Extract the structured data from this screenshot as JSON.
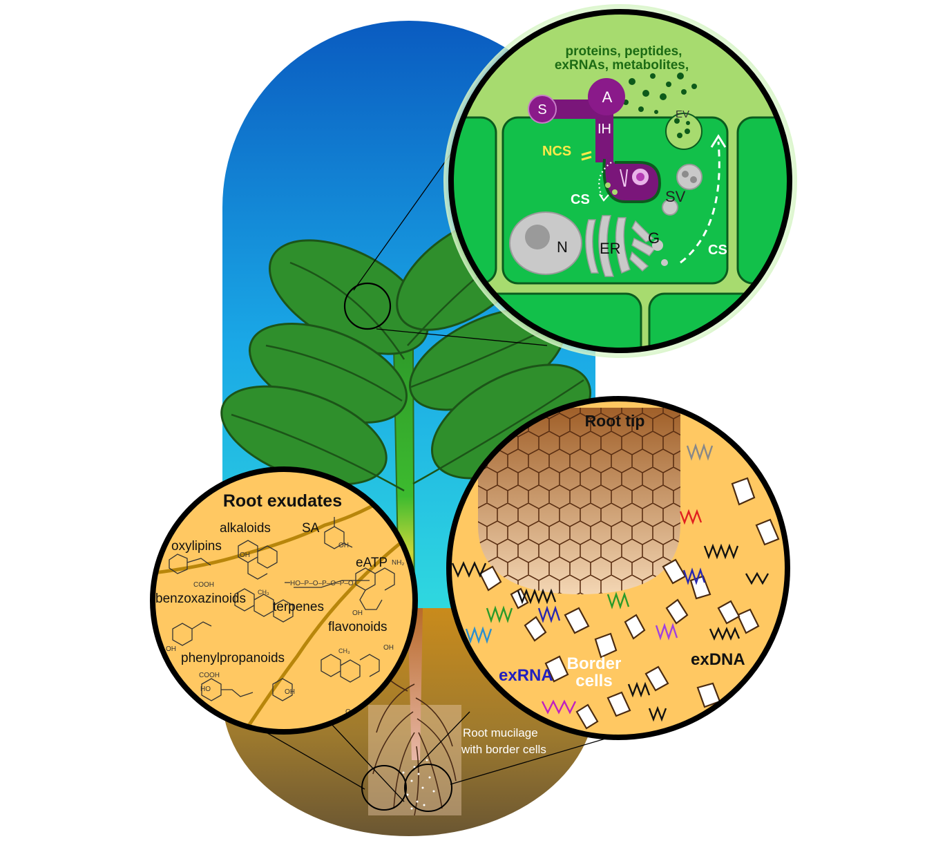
{
  "figure": {
    "colors": {
      "sky_top": "#0a5fc4",
      "sky_bottom": "#2ad4e0",
      "soil_top": "#c98a1f",
      "soil_bottom": "#6b5530",
      "leaf_fill": "#2f8f2c",
      "cell_green": "#12c04a",
      "apoplast_green": "#a7db6f",
      "pathogen_purple": "#7a167a",
      "exudate_bg": "#ffc862",
      "root_brown": "#8a4a20"
    },
    "leaf_inset": {
      "secreted_line1": "proteins, peptides,",
      "secreted_line2": "exRNAs, metabolites,",
      "S": "S",
      "A": "A",
      "IH": "IH",
      "NCS": "NCS",
      "EV": "EV",
      "CS_left": "CS",
      "CS_right": "CS",
      "SV": "SV",
      "N": "N",
      "ER": "ER",
      "G": "G"
    },
    "exudates_inset": {
      "title": "Root exudates",
      "alkaloids": "alkaloids",
      "SA": "SA",
      "oxylipins": "oxylipins",
      "eATP": "eATP",
      "benzoxazinoids": "benzoxazinoids",
      "terpenes": "terpenes",
      "flavonoids": "flavonoids",
      "phenylpropanoids": "phenylpropanoids",
      "chem_OH": "OH",
      "chem_COOH": "COOH",
      "chem_NH2": "NH₂",
      "chem_CH3": "CH₃",
      "chem_O": "O",
      "chem_HO": "HO",
      "chem_P": "HO–P–O–P–O–P–O"
    },
    "root_tip_inset": {
      "title": "Root tip",
      "exRNA": "exRNA",
      "border_cells_line1": "Border",
      "border_cells_line2": "cells",
      "exDNA": "exDNA"
    },
    "root_label": {
      "line1": "Root mucilage",
      "line2": "with border cells"
    }
  }
}
